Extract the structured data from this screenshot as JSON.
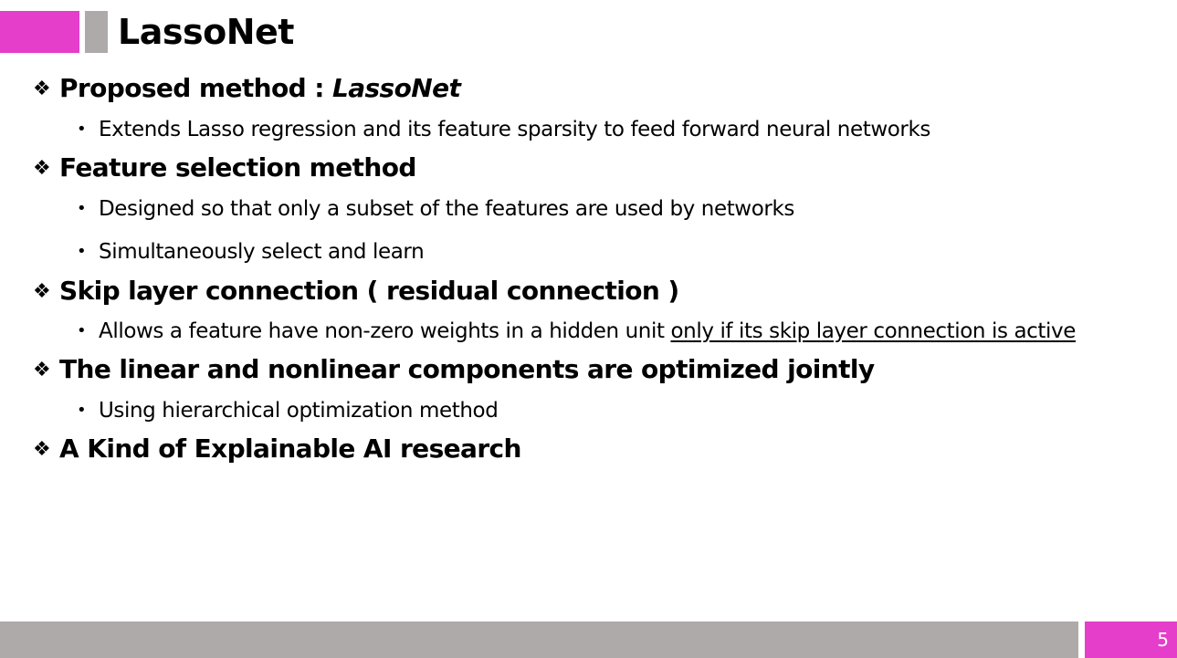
{
  "colors": {
    "accent": "#e53ecb",
    "gray": "#aeaaaa"
  },
  "slide": {
    "title": "LassoNet",
    "page_number": "5"
  },
  "bullets": {
    "diamond_glyph": "❖",
    "dot_glyph": "•",
    "b1": {
      "prefix": "Proposed method : ",
      "emphasis": "LassoNet",
      "subs": [
        "Extends Lasso regression and its feature sparsity to feed forward neural networks"
      ]
    },
    "b2": {
      "text": "Feature selection method",
      "subs": [
        "Designed so that only a subset of the features are used by networks",
        "Simultaneously select and learn"
      ]
    },
    "b3": {
      "text": "Skip layer connection  ( residual connection )",
      "sub_prefix": "Allows a feature have non-zero weights in a hidden unit ",
      "sub_underlined": "only if its skip layer connection is active"
    },
    "b4": {
      "text": "The linear and nonlinear components are optimized jointly",
      "subs": [
        "Using hierarchical optimization method"
      ]
    },
    "b5": {
      "text": "A Kind of Explainable AI research"
    }
  }
}
